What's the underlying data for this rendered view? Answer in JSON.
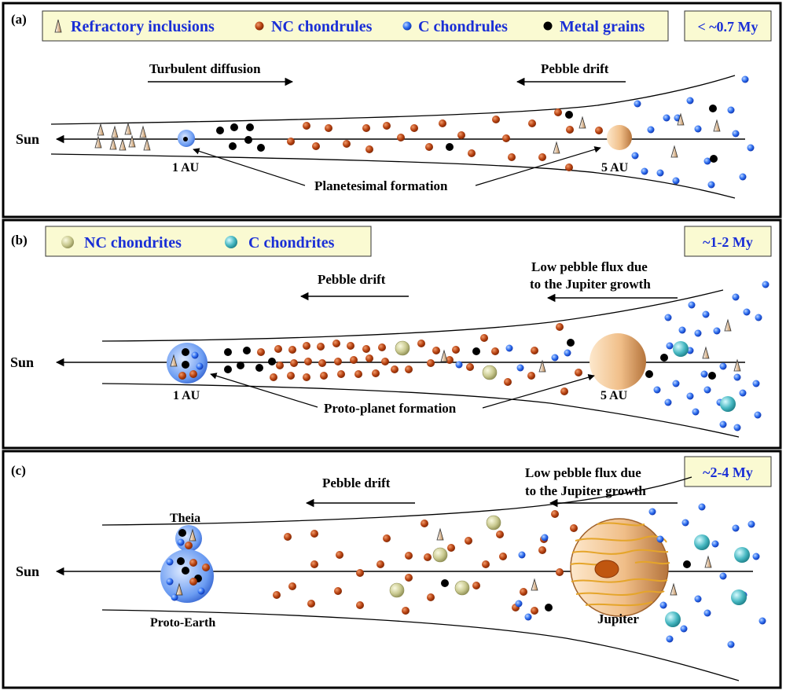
{
  "panels": [
    {
      "id": "a",
      "tag": "(a)",
      "time": "< ~0.7 My",
      "legend": [
        "Refractory inclusions",
        "NC chondrules",
        "C chondrules",
        "Metal grains"
      ],
      "sun": "Sun",
      "arrow_right_label": "Turbulent diffusion",
      "arrow_left_label": "Pebble drift",
      "label_1au": "1 AU",
      "label_5au": "5 AU",
      "formation_label": "Planetesimal formation"
    },
    {
      "id": "b",
      "tag": "(b)",
      "time": "~1-2 My",
      "legend": [
        "NC chondrites",
        "C chondrites"
      ],
      "sun": "Sun",
      "arrow_left_label": "Pebble drift",
      "flux_label_1": "Low pebble flux due",
      "flux_label_2": "to the Jupiter growth",
      "label_1au": "1 AU",
      "label_5au": "5 AU",
      "formation_label": "Proto-planet formation"
    },
    {
      "id": "c",
      "tag": "(c)",
      "time": "~2-4 My",
      "sun": "Sun",
      "arrow_left_label": "Pebble drift",
      "flux_label_1": "Low pebble flux due",
      "flux_label_2": "to the Jupiter growth",
      "theia_label": "Theia",
      "earth_label": "Proto-Earth",
      "jupiter_label": "Jupiter"
    }
  ],
  "colors": {
    "nc_chondrule": "#b5400f",
    "c_chondrule": "#1f58e0",
    "metal": "#000000",
    "nc_chondrite": "#c9c98f",
    "c_chondrite": "#47b8c2",
    "legend_bg": "#fafad2",
    "label_blue": "#1a2fd6"
  }
}
